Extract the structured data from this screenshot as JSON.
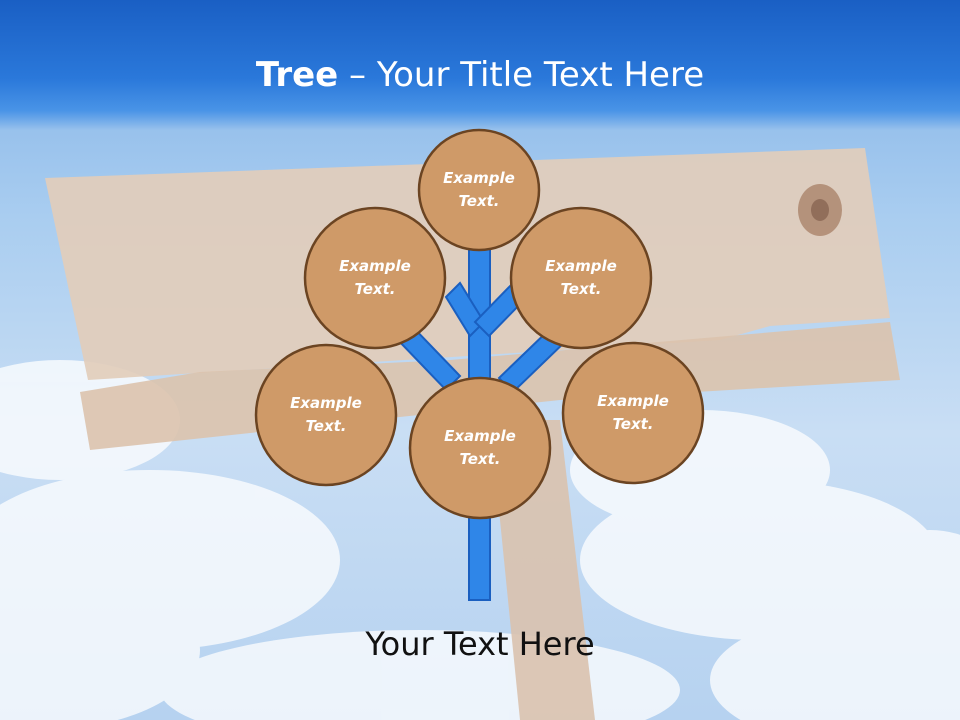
{
  "title": {
    "bold": "Tree",
    "dash": " – ",
    "rest": "Your Title Text Here"
  },
  "nodes": [
    {
      "id": "top",
      "label": "Example\nText."
    },
    {
      "id": "upper-left",
      "label": "Example\nText."
    },
    {
      "id": "upper-right",
      "label": "Example\nText."
    },
    {
      "id": "lower-left",
      "label": "Example\nText."
    },
    {
      "id": "center",
      "label": "Example\nText."
    },
    {
      "id": "lower-right",
      "label": "Example\nText."
    }
  ],
  "footer": "Your Text Here",
  "colors": {
    "title_bar": "#1a5fc4",
    "trunk": "#2f86e8",
    "trunk_stroke": "#1a5fc0",
    "node_fill": "#cf9a68",
    "node_stroke": "#6b4422",
    "sky": "#a9cdf0"
  }
}
